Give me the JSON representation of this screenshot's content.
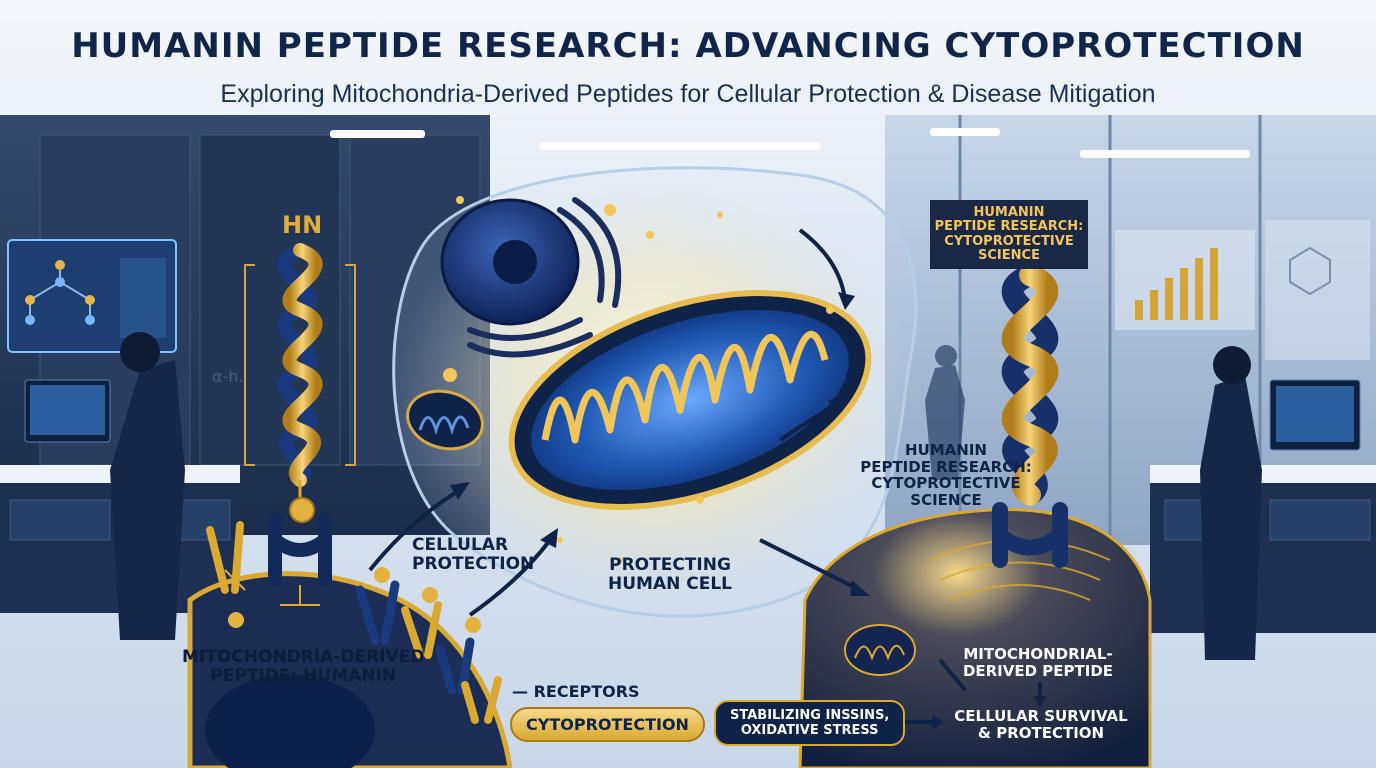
{
  "header": {
    "title": "HUMANIN PEPTIDE RESEARCH: ADVANCING CYTOPROTECTION",
    "subtitle": "Exploring Mitochondria-Derived Peptides for Cellular Protection & Disease Mitigation"
  },
  "labels": {
    "hn": "HN",
    "alpha_helix": "α-h.",
    "cellular_protection": "CELLULAR\nPROTECTION",
    "protecting_cell": "PROTECTING\nHUMAN CELL",
    "mito_peptide_humanin": "MITOCHONDRIA-DERIVED\nPEPTIDE: HUMANIN",
    "receptors": "— RECEPTORS",
    "cytoprotection": "CYTOPROTECTION",
    "dark_box": "HUMANIN\nPEPTIDE RESEARCH:\nCYTOPROTECTIVE\nSCIENCE",
    "right_middle": "HUMANIN\nPEPTIDE RESEARCH:\nCYTOPROTECTIVE SCIENCE",
    "mito_derived": "MITOCHONDRIAL-\nDERIVED PEPTIDE",
    "stabilizing": "STABILIZING INSSINS,\nOXIDATIVE STRESS",
    "survival": "CELLULAR SURVIVAL\n& PROTECTION"
  },
  "colors": {
    "navy": "#0f2248",
    "gold": "#d9a931",
    "light_gold": "#f3d27a",
    "blue": "#2b5fae"
  }
}
